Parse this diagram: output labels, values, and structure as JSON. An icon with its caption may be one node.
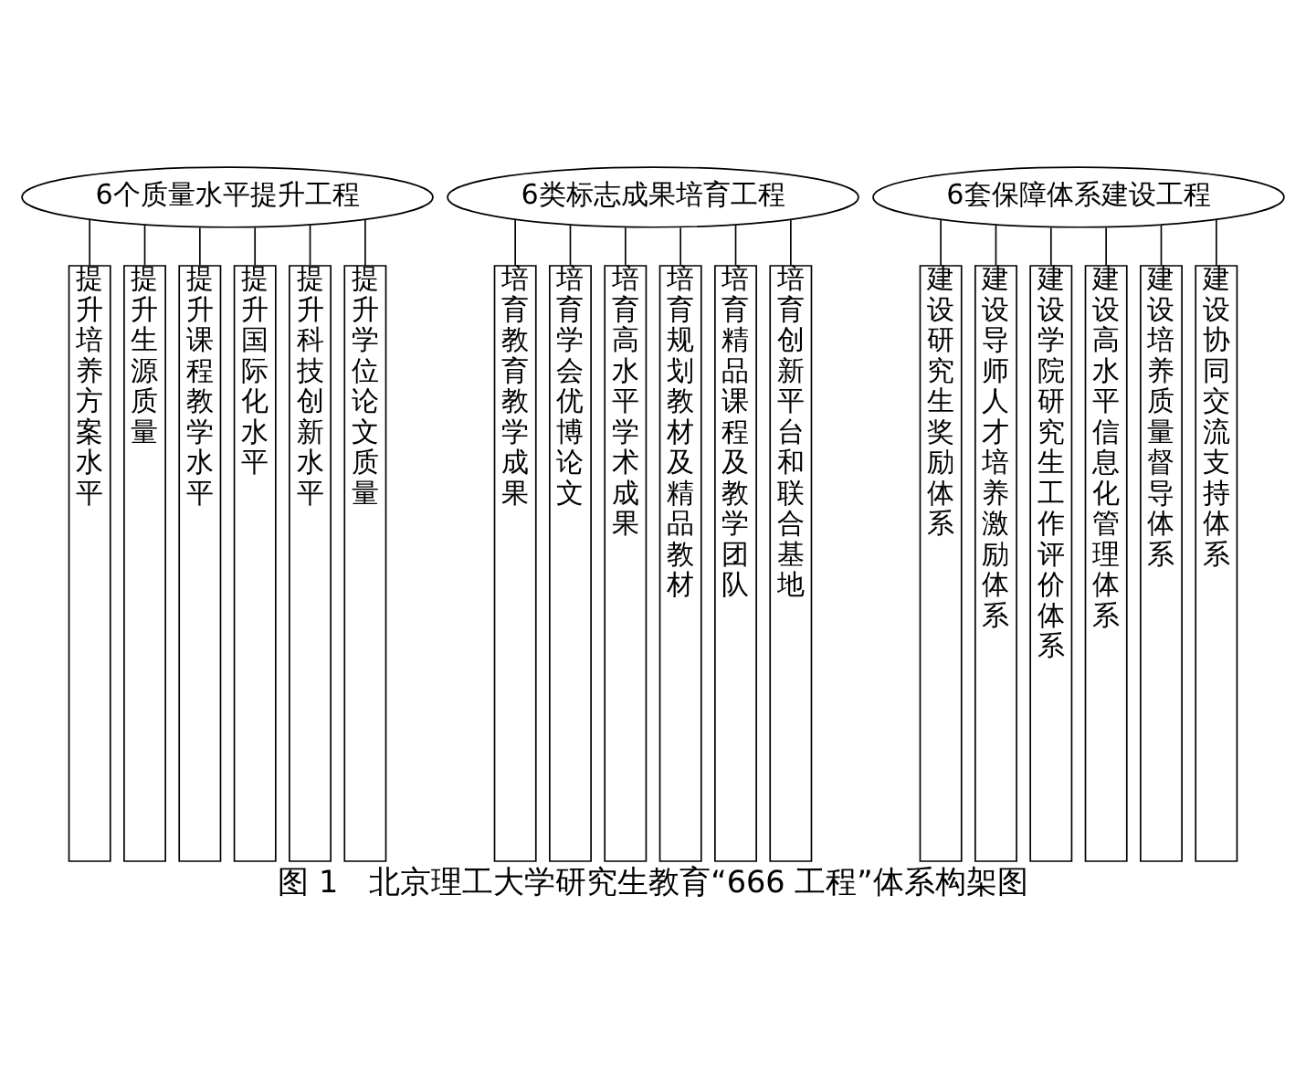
{
  "diagram": {
    "caption": "图 1　北京理工大学研究生教育“666 工程”体系构架图",
    "nodes": [
      {
        "text": [
          "6个质量水平提升工程"
        ]
      },
      {
        "text": [
          "6类标志成果培育工程"
        ]
      },
      {
        "text": [
          "6套保障体系建设工程"
        ]
      },
      {
        "text": [
          "提升培养方案水平"
        ]
      },
      {
        "text": [
          "提升生源质量"
        ]
      },
      {
        "text": [
          "提升课程教学水平"
        ]
      },
      {
        "text": [
          "提升国际化水平"
        ]
      },
      {
        "text": [
          "提升科技创新水平"
        ]
      },
      {
        "text": [
          "提升学位论文质量"
        ]
      },
      {
        "text": [
          "培育教育教学成果"
        ]
      },
      {
        "text": [
          "培育学会优博论文"
        ]
      },
      {
        "text": [
          "培育高水平学术成果"
        ]
      },
      {
        "text": [
          "培育规划教材及精品教材"
        ]
      },
      {
        "text": [
          "培育精品课程及教学团队"
        ]
      },
      {
        "text": [
          "培育创新平台和联合基地"
        ]
      },
      {
        "text": [
          "建设研究生奖励体系"
        ]
      },
      {
        "text": [
          "建设导师人才培养激励体系"
        ]
      },
      {
        "text": [
          "建设学院研究生工作评价体系"
        ]
      },
      {
        "text": [
          "建设高水平信息化管理体系"
        ]
      },
      {
        "text": [
          "建设培养质量督导体系"
        ]
      },
      {
        "text": [
          "建设协同交流支持体系"
        ]
      }
    ],
    "edges": [
      {
        "from": 0,
        "to": 3,
        "arrow": "none"
      },
      {
        "from": 0,
        "to": 4,
        "arrow": "none"
      },
      {
        "from": 0,
        "to": 5,
        "arrow": "none"
      },
      {
        "from": 0,
        "to": 6,
        "arrow": "none"
      },
      {
        "from": 0,
        "to": 7,
        "arrow": "none"
      },
      {
        "from": 0,
        "to": 8,
        "arrow": "none"
      },
      {
        "from": 1,
        "to": 9,
        "arrow": "none"
      },
      {
        "from": 1,
        "to": 10,
        "arrow": "none"
      },
      {
        "from": 1,
        "to": 11,
        "arrow": "none"
      },
      {
        "from": 1,
        "to": 12,
        "arrow": "none"
      },
      {
        "from": 1,
        "to": 13,
        "arrow": "none"
      },
      {
        "from": 1,
        "to": 14,
        "arrow": "none"
      },
      {
        "from": 2,
        "to": 15,
        "arrow": "none"
      },
      {
        "from": 2,
        "to": 16,
        "arrow": "none"
      },
      {
        "from": 2,
        "to": 17,
        "arrow": "none"
      },
      {
        "from": 2,
        "to": 18,
        "arrow": "none"
      },
      {
        "from": 2,
        "to": 19,
        "arrow": "none"
      },
      {
        "from": 2,
        "to": 20,
        "arrow": "none"
      }
    ]
  }
}
